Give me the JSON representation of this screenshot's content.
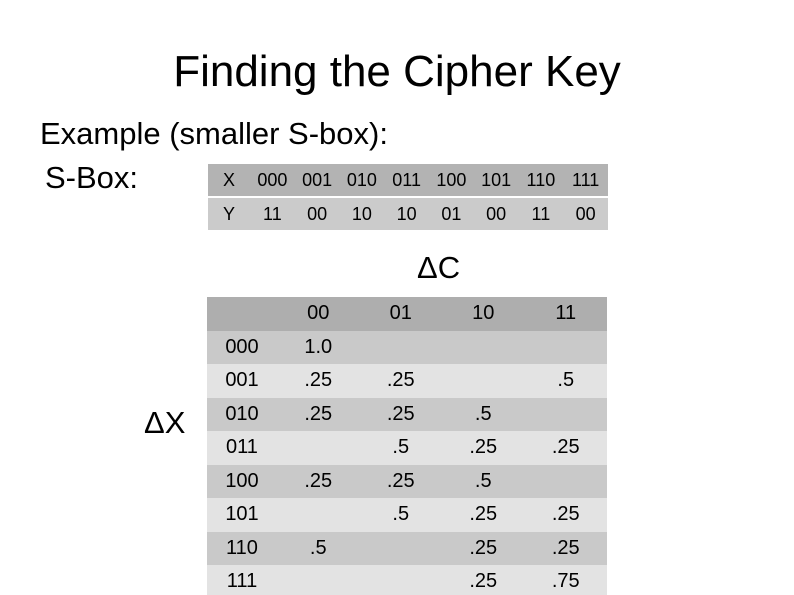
{
  "slide": {
    "title": "Finding the Cipher Key",
    "subtitle": "Example (smaller S-box):",
    "sbox_label": "S-Box:",
    "delta_c_label": "ΔC",
    "delta_x_label": "ΔX"
  },
  "sbox_table": {
    "x_header": "X",
    "x_values": [
      "000",
      "001",
      "010",
      "011",
      "100",
      "101",
      "110",
      "111"
    ],
    "y_header": "Y",
    "y_values": [
      "11",
      "00",
      "10",
      "10",
      "01",
      "00",
      "11",
      "00"
    ]
  },
  "difference_table": {
    "corner": "",
    "col_headers": [
      "00",
      "01",
      "10",
      "11"
    ],
    "rows": [
      {
        "label": "000",
        "values": [
          "1.0",
          "",
          "",
          ""
        ]
      },
      {
        "label": "001",
        "values": [
          ".25",
          ".25",
          "",
          ".5"
        ]
      },
      {
        "label": "010",
        "values": [
          ".25",
          ".25",
          ".5",
          ""
        ]
      },
      {
        "label": "011",
        "values": [
          "",
          ".5",
          ".25",
          ".25"
        ]
      },
      {
        "label": "100",
        "values": [
          ".25",
          ".25",
          ".5",
          ""
        ]
      },
      {
        "label": "101",
        "values": [
          "",
          ".5",
          ".25",
          ".25"
        ]
      },
      {
        "label": "110",
        "values": [
          ".5",
          "",
          ".25",
          ".25"
        ]
      },
      {
        "label": "111",
        "values": [
          "",
          "",
          ".25",
          ".75"
        ]
      }
    ]
  },
  "colors": {
    "background": "#ffffff",
    "text": "#000000",
    "sbox_x_row_gray": "#b3b3b3",
    "sbox_y_row_gray": "#cbcbcb",
    "diff_header_gray": "#aeaeae",
    "diff_row_medium_gray": "#c9c9c9",
    "diff_row_light_gray": "#e3e3e3"
  }
}
